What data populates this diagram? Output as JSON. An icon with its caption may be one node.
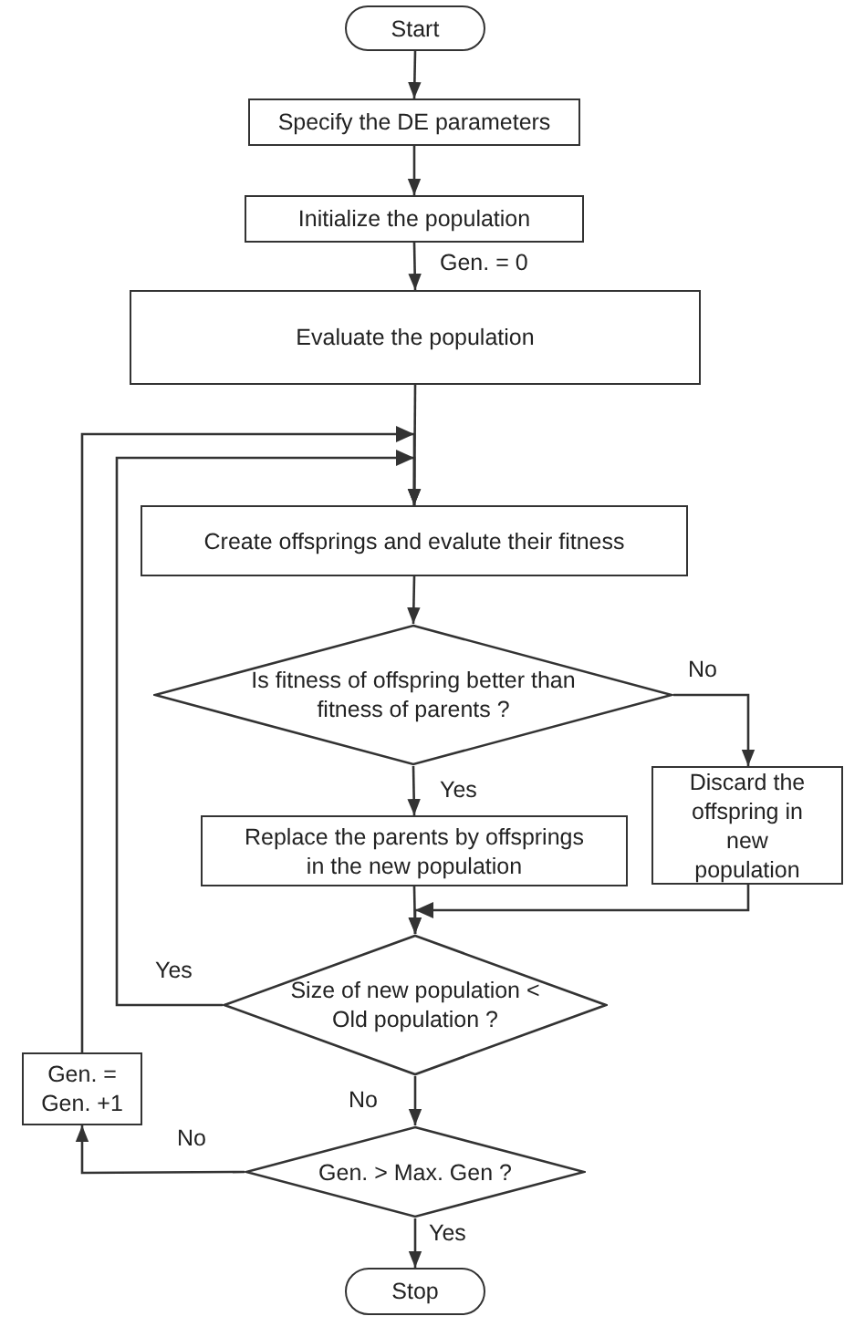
{
  "diagram": {
    "nodes": [
      {
        "text": [
          "Start"
        ]
      },
      {
        "text": [
          "Specify the DE parameters"
        ]
      },
      {
        "text": [
          "Initialize the population"
        ]
      },
      {
        "text": [
          "Evaluate the population"
        ]
      },
      {
        "text": [
          "Create offsprings and evalute their fitness"
        ]
      },
      {
        "text": [
          "Is fitness of offspring better than fitness of parents ?"
        ]
      },
      {
        "text": [
          "Replace the parents by offsprings in the new population"
        ]
      },
      {
        "text": [
          "Discard the offspring in new population"
        ]
      },
      {
        "text": [
          "Size of new population < Old population ?"
        ]
      },
      {
        "text": [
          "Gen. = Gen. +1"
        ]
      },
      {
        "text": [
          "Gen. > Max. Gen ?"
        ]
      },
      {
        "text": [
          "Stop"
        ]
      }
    ],
    "edges": [
      {
        "from": 0,
        "to": 1,
        "arrow": "to"
      },
      {
        "from": 1,
        "to": 2,
        "arrow": "to"
      },
      {
        "from": 2,
        "to": 3,
        "arrow": "to",
        "label": "Gen. = 0"
      },
      {
        "from": 3,
        "to": 4,
        "arrow": "to"
      },
      {
        "from": 4,
        "to": 5,
        "arrow": "to"
      },
      {
        "from": 5,
        "to": 6,
        "arrow": "to",
        "label": "Yes"
      },
      {
        "from": 5,
        "to": 7,
        "arrow": "to",
        "label": "No"
      },
      {
        "from": 6,
        "to": 8,
        "arrow": "to"
      },
      {
        "from": 7,
        "to": 8,
        "arrow": "to"
      },
      {
        "from": 8,
        "to": 4,
        "arrow": "to",
        "label": "Yes"
      },
      {
        "from": 8,
        "to": 10,
        "arrow": "to",
        "label": "No"
      },
      {
        "from": 10,
        "to": 9,
        "arrow": "to",
        "label": "No"
      },
      {
        "from": 9,
        "to": 4,
        "arrow": "to"
      },
      {
        "from": 10,
        "to": 11,
        "arrow": "to",
        "label": "Yes"
      }
    ]
  }
}
